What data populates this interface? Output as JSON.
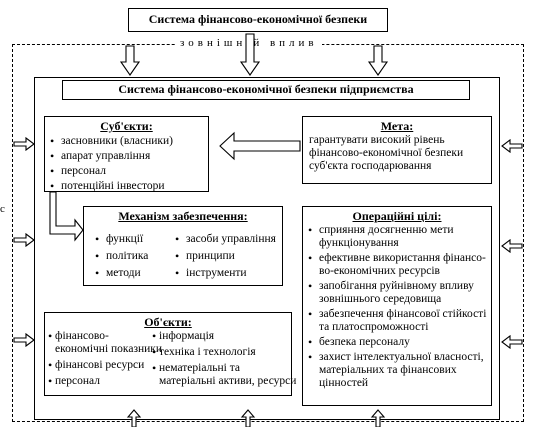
{
  "top_title": "Система фінансово-економічної безпеки",
  "external_influence": "зовнішній вплив",
  "enterprise_title": "Система фінансово-економічної безпеки підприємства",
  "subjects": {
    "heading": "Суб'єкти:",
    "items": [
      "засновники (власники)",
      "апарат управління",
      "персонал",
      "потенційні інвестори"
    ]
  },
  "goal": {
    "heading": "Мета:",
    "text": [
      "гарантувати високий рівень",
      "фінансово-економічної безпеки",
      "суб'єкта господарювання"
    ]
  },
  "mechanism": {
    "heading": "Механізм забезпечення:",
    "col1": [
      "функції",
      "політика",
      "методи"
    ],
    "col2": [
      "засоби управління",
      "принципи",
      "інструменти"
    ]
  },
  "operational": {
    "heading": "Операційні цілі:",
    "items": [
      [
        "сприяння досягненню мети",
        "функціонування"
      ],
      [
        "ефективне використання фінансо-",
        "во-економічних ресурсів"
      ],
      [
        "запобігання руйнівному впливу",
        "зовнішнього середовища"
      ],
      [
        "забезпечення фінансової стійкості",
        "та платоспроможності"
      ],
      [
        "безпека персоналу"
      ],
      [
        "захист інтелектуальної власності,",
        "матеріальних та фінансових",
        "цінностей"
      ]
    ]
  },
  "objects": {
    "heading": "Об'єкти:",
    "col1": [
      [
        "фінансово-",
        "економічні показники"
      ],
      [
        "фінансові ресурси"
      ],
      [
        "персонал"
      ]
    ],
    "col2": [
      [
        "інформація"
      ],
      [
        "техніка і технологія"
      ],
      [
        "нематеріальні та",
        "матеріальні активи, ресурси"
      ]
    ]
  },
  "side_mark": "с"
}
